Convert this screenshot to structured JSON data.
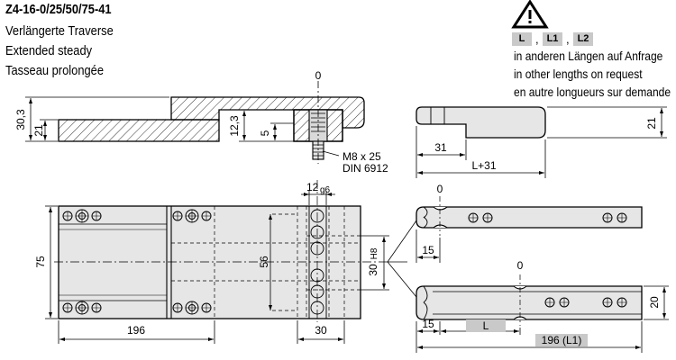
{
  "header": {
    "part_number": "Z4-16-0/25/50/75-41",
    "title_de": "Verlängerte Traverse",
    "title_en": "Extended steady",
    "title_fr": "Tasseau prolongée"
  },
  "warning": {
    "icon": "warning-triangle-icon",
    "labels": [
      "L",
      "L1",
      "L2"
    ],
    "separator": ",",
    "note_de": "in anderen Längen auf Anfrage",
    "note_en": "in other lengths on request",
    "note_fr": "en autre longueurs sur demande"
  },
  "side_view": {
    "dim_total_height": "30,3",
    "dim_body_height": "21",
    "dim_12": "12,3",
    "dim_5": "5",
    "zero_mark": "0",
    "screw_label": "M8 x 25",
    "screw_standard": "DIN 6912"
  },
  "end_view": {
    "dim_31": "31",
    "dim_l31": "L+31",
    "dim_21": "21"
  },
  "top_view": {
    "dim_75": "75",
    "dim_56": "56",
    "dim_196": "196",
    "dim_30": "30",
    "dim_12_main": "12",
    "dim_12_sub": "g6",
    "dim_30h8_main": "30",
    "dim_30h8_sub": "H8"
  },
  "detail_views": {
    "zero_top": "0",
    "zero_bottom": "0",
    "dim_15_top": "15",
    "dim_15_bottom": "15",
    "dim_l": "L",
    "dim_196l1": "196 (L1)",
    "dim_20": "20"
  },
  "colors": {
    "line": "#000000",
    "part_fill": "#e6e6e6",
    "label_box": "#c9c9c9"
  }
}
